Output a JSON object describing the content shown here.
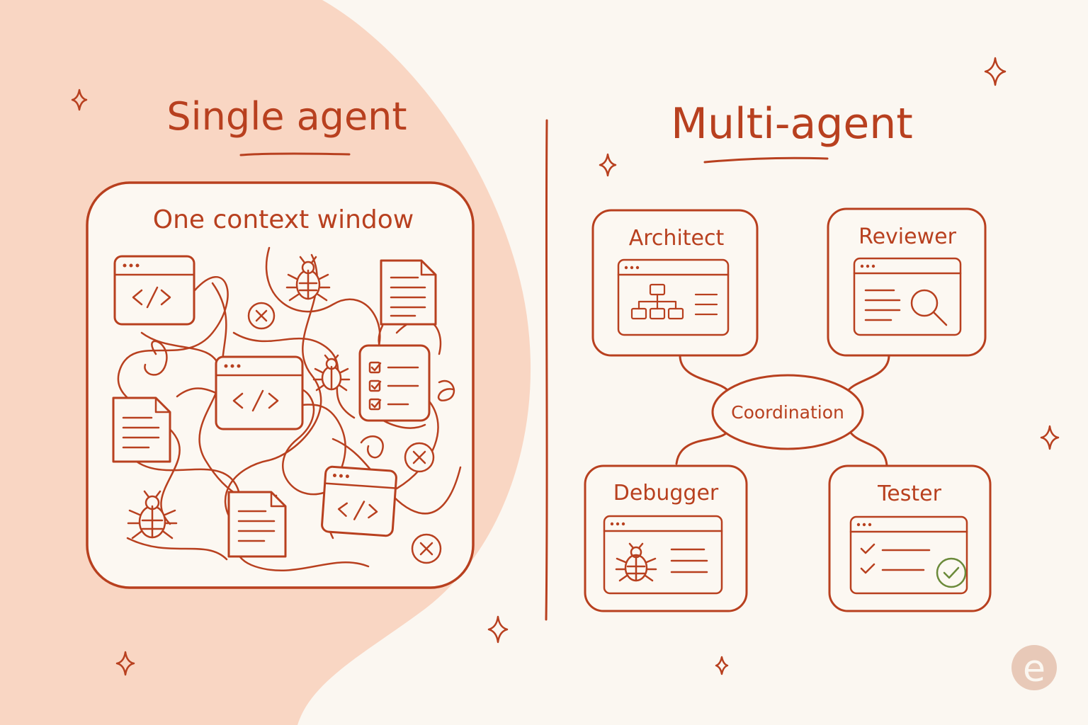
{
  "left_panel": {
    "title": "Single agent",
    "box_label": "One context window",
    "scatter_icons": [
      "code-window-icon",
      "bug-icon",
      "document-icon",
      "checklist-icon",
      "error-circle-icon"
    ]
  },
  "right_panel": {
    "title": "Multi-agent",
    "hub": {
      "label": "Coordination"
    },
    "agents": [
      {
        "label": "Architect",
        "icon": "flowchart-window-icon"
      },
      {
        "label": "Reviewer",
        "icon": "magnifier-window-icon"
      },
      {
        "label": "Debugger",
        "icon": "bug-window-icon"
      },
      {
        "label": "Tester",
        "icon": "checkmark-window-icon"
      }
    ]
  },
  "logo": {
    "letter": "e"
  },
  "colors": {
    "ink": "#b8401f",
    "background": "#fbf7f1",
    "blob": "#f9d6c3",
    "box_fill": "#fcf8f2",
    "check_green": "#6b8a3a",
    "logo": "#e8c9b8"
  }
}
